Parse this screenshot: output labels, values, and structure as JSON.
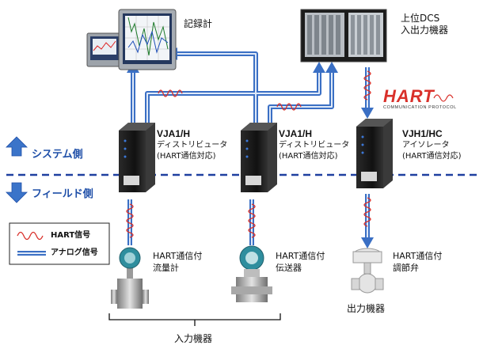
{
  "labels": {
    "recorder": "記録計",
    "dcs_line1": "上位DCS",
    "dcs_line2": "入出力機器",
    "system_side": "システム側",
    "field_side": "フィールド側",
    "dist1_model": "VJA1/H",
    "dist1_line1": "ディストリビュータ",
    "dist1_line2": "(HART通信対応)",
    "dist2_model": "VJA1/H",
    "dist2_line1": "ディストリビュータ",
    "dist2_line2": "(HART通信対応)",
    "iso_model": "VJH1/HC",
    "iso_line1": "アイソレータ",
    "iso_line2": "(HART通信対応)",
    "legend_hart": "HART信号",
    "legend_analog": "アナログ信号",
    "flow_line1": "HART通信付",
    "flow_line2": "流量計",
    "trans_line1": "HART通信付",
    "trans_line2": "伝送器",
    "valve_line1": "HART通信付",
    "valve_line2": "調節弁",
    "output_devices": "出力機器",
    "input_devices": "入力機器",
    "hart_logo": "HART",
    "hart_logo_sub": "COMMUNICATION PROTOCOL"
  },
  "colors": {
    "analog_line": "#3a6fc4",
    "analog_line_light": "#a9c4ec",
    "hart_wave": "#d9302a",
    "boundary": "#1f3fa0",
    "side_text": "#1f4fa8"
  },
  "icons": {
    "recorder": "recorder-icon",
    "dcs": "dcs-rack-icon",
    "distributor": "signal-module-icon",
    "flowmeter": "vortex-flowmeter-icon",
    "transmitter": "pressure-transmitter-icon",
    "valve": "control-valve-icon"
  }
}
